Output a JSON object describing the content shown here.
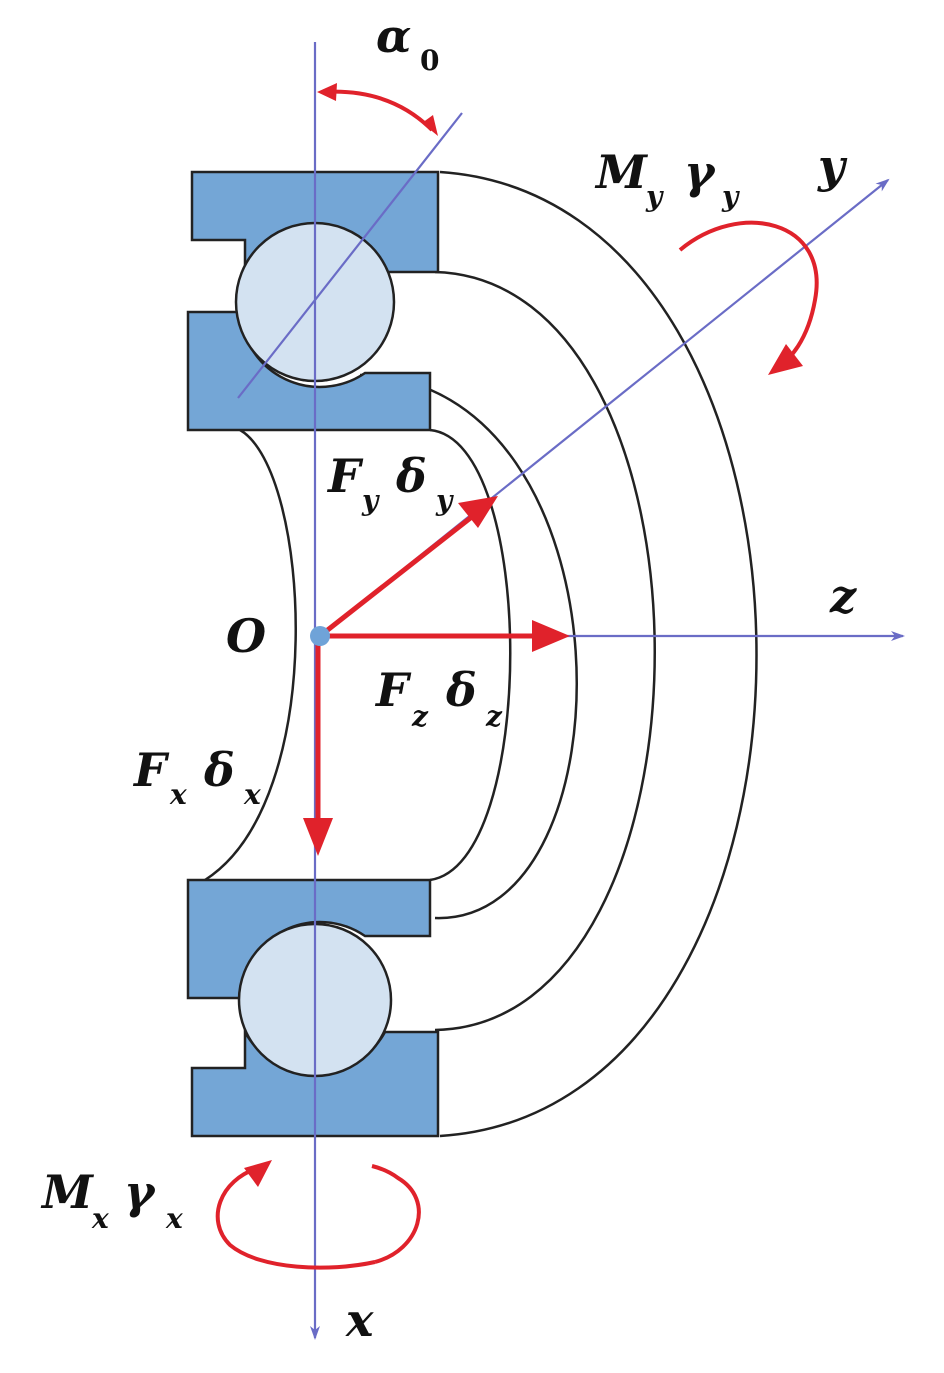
{
  "colors": {
    "axis": "#6a6cc6",
    "force": "#e0222b",
    "ring": "#74a6d6",
    "ball": "#d3e2f1",
    "outline": "#222222"
  },
  "labels": {
    "alpha": {
      "main": "α",
      "sub": "0"
    },
    "my": {
      "main": "M",
      "sub": "y"
    },
    "gamma_y": {
      "main": "γ",
      "sub": "y"
    },
    "y_axis": "y",
    "fy": {
      "main": "F",
      "sub": "y"
    },
    "delta_y": {
      "main": "δ",
      "sub": "y"
    },
    "origin": "O",
    "z_axis": "z",
    "fz": {
      "main": "F",
      "sub": "z"
    },
    "delta_z": {
      "main": "δ",
      "sub": "z"
    },
    "fx": {
      "main": "F",
      "sub": "x"
    },
    "delta_x": {
      "main": "δ",
      "sub": "x"
    },
    "mx": {
      "main": "M",
      "sub": "x"
    },
    "gamma_x": {
      "main": "γ",
      "sub": "x"
    },
    "x_axis": "x"
  }
}
